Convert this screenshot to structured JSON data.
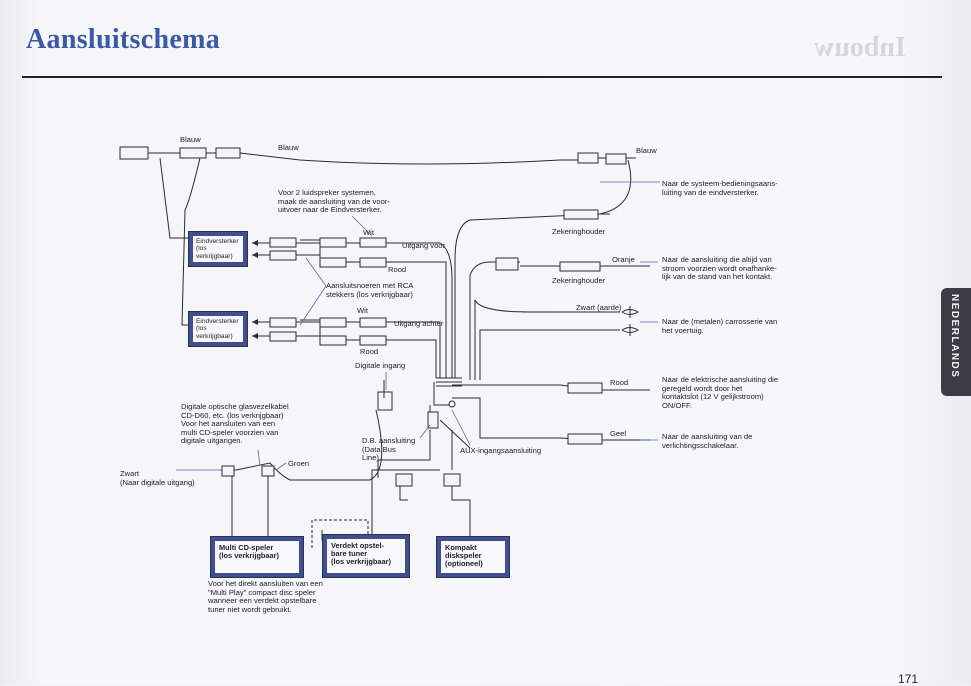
{
  "header": {
    "title": "Aansluitschema",
    "ghost_title": "Inbouw"
  },
  "side_tab": {
    "label": "NEDERLANDS"
  },
  "page_number": "171",
  "labels": {
    "blauw_top": "Blauw",
    "blauw_mid": "Blauw",
    "blauw_right": "Blauw",
    "speaker_note": "Voor 2 luidspreker systemen,\nmaak de aansluiting van de voor-\nuitvoer naar de Eindversterker.",
    "wit_front": "Wit",
    "uitgang_voor": "Uitgang voor",
    "rood_front": "Rood",
    "rca_note": "Aansluitsnoeren met RCA\nstekkers (los verkrijgbaar)",
    "wit_rear": "Wit",
    "uitgang_achter": "Uitgang achter",
    "rood_rear": "Rood",
    "digitale_ingang": "Digitale ingang",
    "optical_note": "Digitale optische glasvezelkabel\nCD-D60, etc. (los verkrijgbaar)\nVoor het aansluiten van een\nmulti CD-speler voorzien van\ndigitale uitgangen.",
    "groen": "Groen",
    "zwart_digital": "Zwart\n(Naar digitale uitgang)",
    "db_aansluiting": "D.B. aansluiting\n(Data Bus\nLine)",
    "aux_ingang": "AUX-ingangsaansluiting",
    "multi_play_note": "Voor het direkt aansluiten van een\n\"Multi Play\" compact disc speler\nwanneer een verdekt opstelbare\ntuner niet wordt gebruikt.",
    "zekeringhouder_1": "Zekeringhouder",
    "oranje": "Oranje",
    "zekeringhouder_2": "Zekeringhouder",
    "zwart_aarde": "Zwart (aarde)",
    "rood_right": "Rood",
    "geel": "Geel",
    "note_system": "Naar de systeem-bedieningsaans-\nluiting van de eindversterker.",
    "note_permanent": "Naar de aansluiting die altijd van\nstroom voorzien wordt onafhanke-\nlijk van de stand van het kontakt.",
    "note_ground": "Naar de (metalen) carrosserie van\nhet voertuig.",
    "note_ignition": "Naar de elektrische aansluiting die\ngeregeld wordt door het\nkontaktslot (12 V gelijkstroom)\nON/OFF.",
    "note_lighting": "Naar de aansluiting van de\nverlichtingsschakelaar."
  },
  "boxes": {
    "amp_front": "Eindversterker\n(los\nverkrijgbaar)",
    "amp_rear": "Eindversterker\n(los\nverkrijgbaar)",
    "multi_cd": "Multi CD-speler\n(los verkrijgbaar)",
    "hidden_tuner": "Verdekt opstel-\nbare tuner\n(los verkrijgbaar)",
    "compact_disc": "Kompakt\ndiskspeler\n(optioneel)"
  },
  "colors": {
    "title": "#3a5aa8",
    "box_border": "#3f4f8f",
    "line": "#2a2a35",
    "link": "#4a6ac0"
  }
}
